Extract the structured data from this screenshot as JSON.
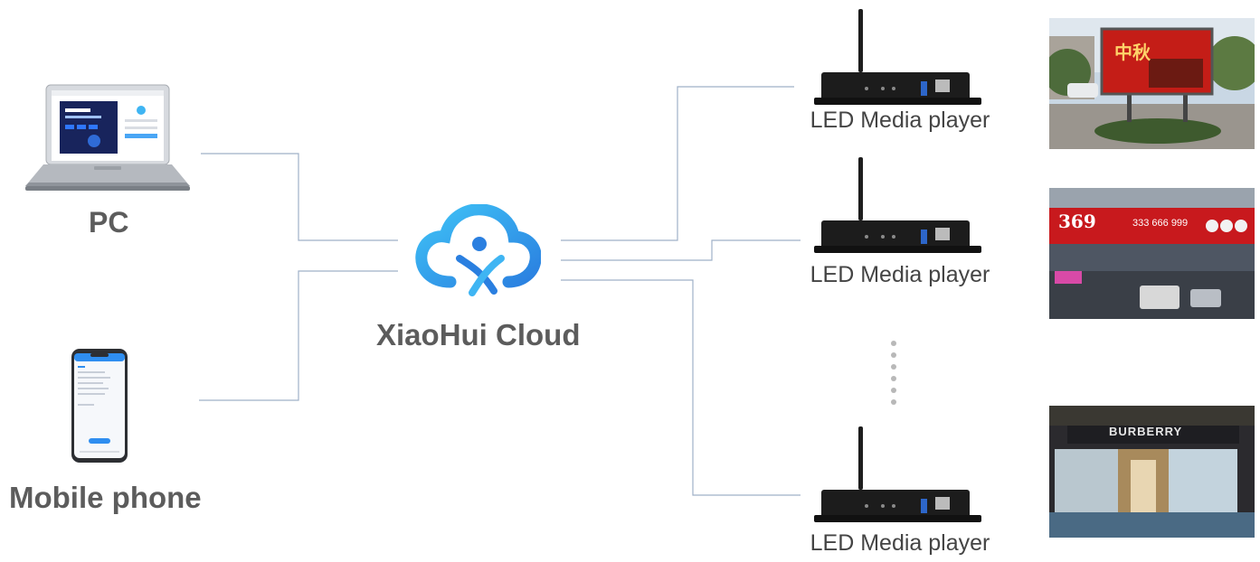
{
  "sources": {
    "pc_label": "PC",
    "mobile_label": "Mobile phone"
  },
  "cloud": {
    "name": "XiaoHui Cloud"
  },
  "players": [
    {
      "label": "LED Media player"
    },
    {
      "label": "LED Media player"
    },
    {
      "label": "LED Media player"
    }
  ],
  "displays": {
    "top_sign_text": "中秋",
    "middle_sign_text": "369",
    "middle_phone_text": "333 666 999",
    "bottom_brand": "BURBERRY"
  },
  "colors": {
    "connector": "#9fb0c8",
    "label_gray": "#5c5c5c",
    "cloud_blue_light": "#3fb5f3",
    "cloud_blue_dark": "#2a7fe0"
  }
}
